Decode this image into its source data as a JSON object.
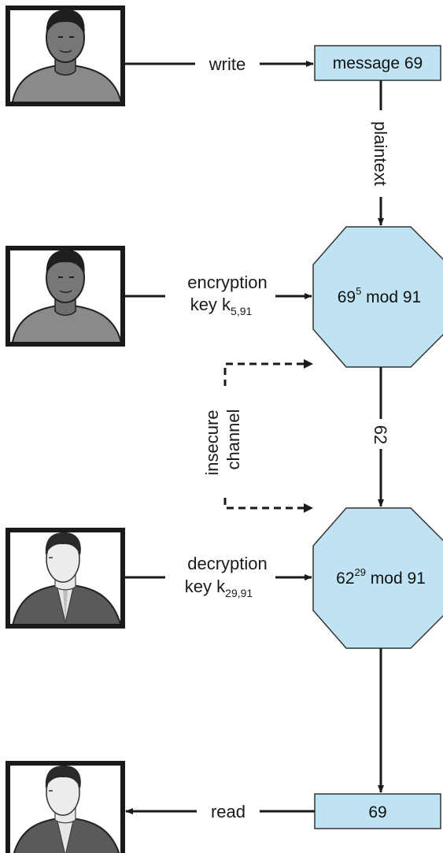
{
  "colors": {
    "node_fill": "#bfe3f2",
    "node_stroke": "#333333",
    "arrow": "#1a1a1a"
  },
  "people": {
    "sender": {
      "icon": "sender-person-icon"
    },
    "encryptor": {
      "icon": "encryptor-person-icon"
    },
    "decryptor": {
      "icon": "decryptor-person-icon"
    },
    "reader": {
      "icon": "reader-person-icon"
    }
  },
  "edges": {
    "write": "write",
    "plaintext": "plaintext",
    "encryption_key_line1": "encryption",
    "encryption_key_prefix": "key k",
    "encryption_key_sub": "5,91",
    "insecure_line1": "insecure",
    "insecure_line2": "channel",
    "ciphertext": "62",
    "decryption_key_line1": "decryption",
    "decryption_key_prefix": "key k",
    "decryption_key_sub": "29,91",
    "read": "read"
  },
  "nodes": {
    "message": "message 69",
    "encrypt_base": "69",
    "encrypt_exp": "5",
    "encrypt_mod": " mod 91",
    "decrypt_base": "62",
    "decrypt_exp": "29",
    "decrypt_mod": " mod 91",
    "result": "69"
  }
}
